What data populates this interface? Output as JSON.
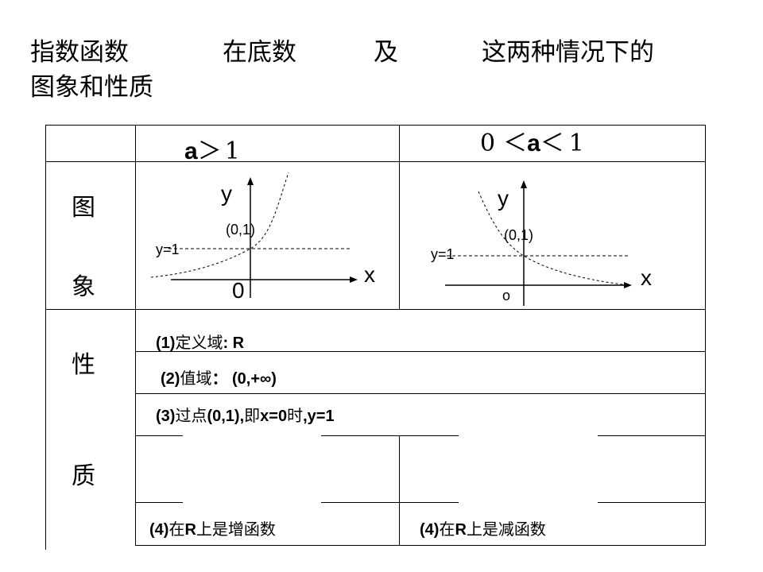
{
  "title": {
    "part1": "指数函数",
    "part2": "在底数",
    "part3": "及",
    "part4": "这两种情况下的",
    "line2": "图象和性质"
  },
  "table": {
    "header_left": {
      "a": "a",
      "rel": "＞",
      "num": "1"
    },
    "header_right": {
      "zero": "0",
      "rel1": "＜",
      "a": "a",
      "rel2": "＜",
      "num": "1"
    },
    "row_labels": {
      "graph_1": "图",
      "graph_2": "象",
      "prop_1": "性",
      "prop_2": "质"
    },
    "graph_left": {
      "y_axis": "y",
      "x_axis": "x",
      "origin": "0",
      "point": "(0,1)",
      "asymptote": "y=1"
    },
    "graph_right": {
      "y_axis": "y",
      "x_axis": "x",
      "origin": "o",
      "point": "(0,1)",
      "asymptote": "y=1"
    },
    "properties": {
      "p1": {
        "num": "(1)",
        "cn": "定义域",
        "rest": ":  R"
      },
      "p2": {
        "num": "(2)",
        "cn": "值域",
        "rest": "：  (0,+∞)"
      },
      "p3": {
        "num": "(3)",
        "cn1": "过点",
        "mid": "(0,1),",
        "cn2": "即",
        "mid2": "x=0",
        "cn3": "时",
        "rest": ",y=1"
      },
      "p4_left": {
        "num": "(4)",
        "cn1": "在",
        "mid": "R",
        "cn2": "上是增函数"
      },
      "p4_right": {
        "num": "(4)",
        "cn1": "在",
        "mid": "R",
        "cn2": "上是减函数"
      }
    }
  }
}
